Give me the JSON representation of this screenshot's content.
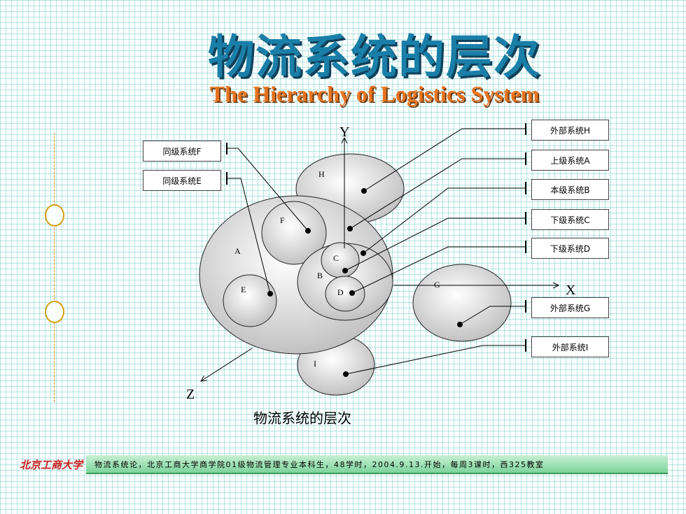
{
  "slide": {
    "title_cn": "物流系统的层次",
    "title_en": "The Hierarchy of Logistics System",
    "caption": "物流系统的层次"
  },
  "axes": {
    "x": "X",
    "y": "Y",
    "z": "Z"
  },
  "regions": {
    "A": "A",
    "B": "B",
    "C": "C",
    "D": "D",
    "E": "E",
    "F": "F",
    "G": "G",
    "H": "H",
    "I": "I"
  },
  "boxes": {
    "same_level_f": "同级系统F",
    "same_level_e": "同级系统E",
    "external_h": "外部系统H",
    "upper_a": "上级系统A",
    "current_b": "本级系统B",
    "lower_c": "下级系统C",
    "lower_d": "下级系统D",
    "external_g": "外部系统G",
    "external_i": "外部系统I"
  },
  "footer": {
    "logo": "北京工商大学",
    "text": "物流系统论，北京工商大学商学院01级物流管理专业本科生，48学时，2004.9.13.开始，每周3课时，西325教室"
  },
  "colors": {
    "title_cn": "#1a7fa8",
    "title_en": "#e8731f",
    "footer_bar": "#7cd39a",
    "logo": "#c81e1e"
  }
}
